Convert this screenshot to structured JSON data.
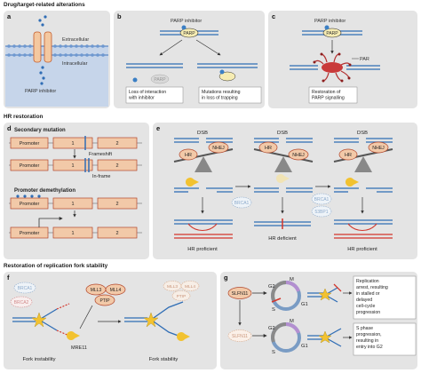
{
  "sections": {
    "drug": "Drug/target-related alterations",
    "hr": "HR restoration",
    "fork": "Restoration of replication fork stability"
  },
  "panel_letters": {
    "a": "a",
    "b": "b",
    "c": "c",
    "d": "d",
    "e": "e",
    "f": "f",
    "g": "g"
  },
  "panel_a": {
    "extracellular": "Extracellular",
    "intracellular": "Intracellular",
    "inhibitor": "PARP inhibitor"
  },
  "panel_b": {
    "inhibitor": "PARP inhibitor",
    "parp": "PARP",
    "parp_faded": "PARP",
    "caption_left": "Loss of interaction\nwith inhibitor",
    "caption_right": "Mutations resulting\nin loss of trapping"
  },
  "panel_c": {
    "inhibitor": "PARP inhibitor",
    "parp": "PARP",
    "par": "PAR",
    "caption": "Restoration of\nPARP signalling"
  },
  "panel_d": {
    "secondary_title": "Secondary mutation",
    "promoter_title": "Promoter demethylation",
    "promoter": "Promoter",
    "exon1": "1",
    "exon2": "2",
    "frameshift": "Frameshift",
    "inframe": "In-frame"
  },
  "panel_e": {
    "dsb": "DSB",
    "hr": "HR",
    "nhej": "NHEJ",
    "brca1": "BRCA1",
    "p53bp1": "53BP1",
    "hr_proficient": "HR proficient",
    "hr_deficient": "HR deficient"
  },
  "panel_f": {
    "brca1": "BRCA1",
    "brca2": "BRCA2",
    "mll3": "MLL3",
    "mll4": "MLL4",
    "ptip": "PTIP",
    "mre11": "MRE11",
    "fork_instability": "Fork instability",
    "fork_stability": "Fork stability"
  },
  "panel_g": {
    "slfn11": "SLFN11",
    "m": "M",
    "g1": "G1",
    "g2": "G2",
    "s": "S",
    "text_top": "Replication\narrest, resulting\nin stalled or\ndelayed\ncell-cycle\nprogression",
    "text_bottom": "S phase\nprogression,\nresulting in\nentry into G2"
  },
  "colors": {
    "panel_bg": "#e4e4e4",
    "dna": "#2f6db5",
    "dna_red": "#d2352b",
    "protein": "#f2c9a8",
    "protein_stroke": "#b2472c",
    "parp": "#f6ecb2",
    "pac": "#f2c230",
    "faded": "#c9d6e6"
  }
}
